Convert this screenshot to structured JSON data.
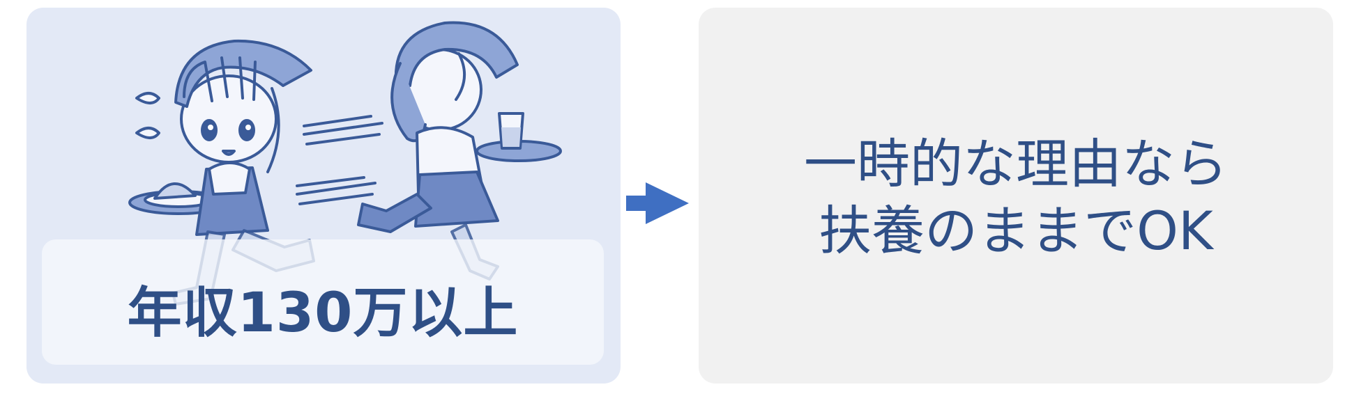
{
  "cause": {
    "label": "年収130万以上",
    "illustration_icon": "two-waitresses-rushing-icon"
  },
  "arrow_icon": "arrow-right-icon",
  "result": {
    "line1": "一時的な理由なら",
    "line2": "扶養のままでOK"
  },
  "colors": {
    "accent": "#3f6fc2",
    "text": "#2f4f86",
    "left_panel_bg": "#e3e9f6",
    "right_panel_bg": "#f1f1f1"
  }
}
